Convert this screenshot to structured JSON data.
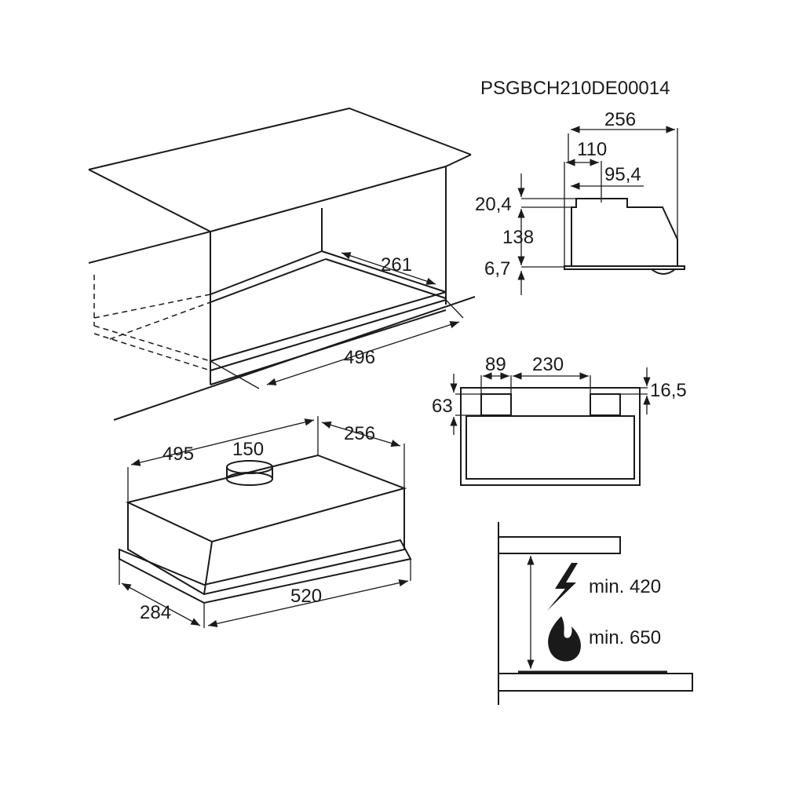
{
  "product_code": "PSGBCH210DE00014",
  "cabinet": {
    "depth": "261",
    "width": "496"
  },
  "hood_3d": {
    "length": "495",
    "duct": "150",
    "depth_top": "256",
    "front_width": "520",
    "front_depth": "284"
  },
  "side_view": {
    "total_depth": "256",
    "duct_offset": "110",
    "duct_center": "95,4",
    "collar_height": "20,4",
    "body_height": "138",
    "panel_height": "6,7"
  },
  "cutout_view": {
    "width_side": "89",
    "width_middle": "230",
    "left_height": "63",
    "right_height": "16,5"
  },
  "clearance": {
    "electric": "min. 420",
    "gas": "min. 650",
    "electric_icon": "lightning-icon",
    "gas_icon": "flame-icon"
  }
}
